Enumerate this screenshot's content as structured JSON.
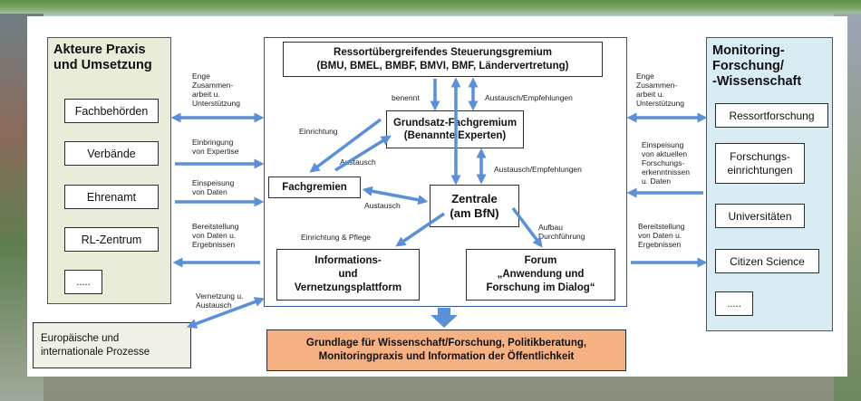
{
  "left_panel": {
    "title": "Akteure Praxis\nund Umsetzung",
    "items": [
      "Fachbehörden",
      "Verbände",
      "Ehrenamt",
      "RL-Zentrum",
      "....."
    ]
  },
  "right_panel": {
    "title": "Monitoring-\nForschung/\n-Wissenschaft",
    "items": [
      "Ressortforschung",
      "Forschungs-\neinrichtungen",
      "Universitäten",
      "Citizen Science",
      "....."
    ]
  },
  "center": {
    "steering": "Ressortübergreifendes Steuerungsgremium\n(BMU, BMEL, BMBF, BMVI, BMF, Ländervertretung)",
    "grundsatz": "Grundsatz-Fachgremium\n(Benannte Experten)",
    "fachgremien": "Fachgremien",
    "zentrale": "Zentrale\n(am BfN)",
    "platform": "Informations-\nund\nVernetzungsplattform",
    "forum": "Forum\n„Anwendung und\nForschung im Dialog“"
  },
  "labels": {
    "benennt": "benennt",
    "austausch_empf_1": "Austausch/Empfehlungen",
    "einrichtung": "Einrichtung",
    "austausch_1": "Austausch",
    "austausch_empf_2": "Austausch/Empfehlungen",
    "austausch_2": "Austausch",
    "einrichtung_pflege": "Einrichtung & Pflege",
    "aufbau": "Aufbau\nDurchführung",
    "left_1": "Enge\nZusammen-\narbeit u.\nUnterstützung",
    "left_2": "Einbringung\nvon Expertise",
    "left_3": "Einspeisung\nvon Daten",
    "left_4": "Bereitstellung\nvon Daten u.\nErgebnissen",
    "left_5": "Vernetzung u.\nAustausch",
    "right_1": "Enge\nZusammen-\narbeit u.\nUnterstützung",
    "right_2": "Einspeisung\nvon aktuellen\nForschungs-\nerkenntnissen\nu. Daten",
    "right_3": "Bereitstellung\nvon Daten u.\nErgebnissen"
  },
  "europe": "Europäische und\ninternationale Prozesse",
  "bottom": "Grundlage für Wissenschaft/Forschung, Politikberatung,\nMonitoringpraxis und Information der Öffentlichkeit",
  "colors": {
    "arrow": "#5b8fd6",
    "left_panel_bg": "#e8ecd9",
    "right_panel_bg": "#d9ecf4",
    "bottom_bg": "#f5b183",
    "europe_bg": "#f0efe6",
    "border_blue": "#2f5597"
  }
}
